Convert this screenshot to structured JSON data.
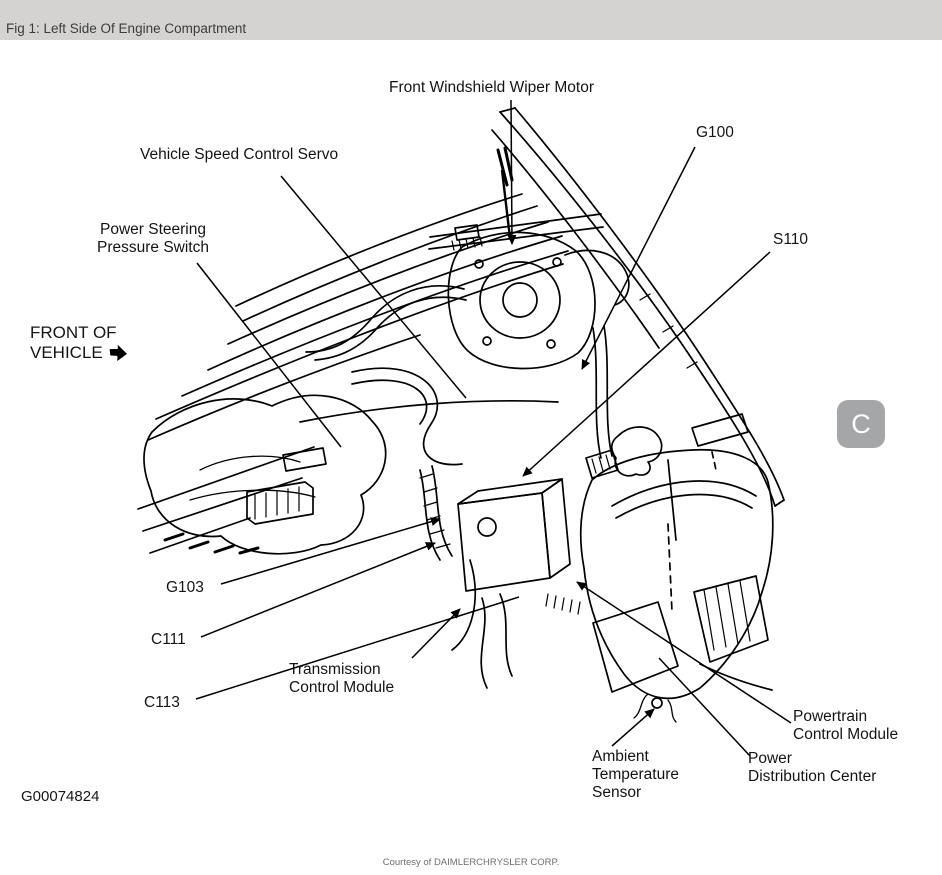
{
  "header": {
    "title": "Fig 1: Left Side Of Engine Compartment"
  },
  "diagram": {
    "front_of_vehicle": {
      "line1": "FRONT OF",
      "line2": "VEHICLE"
    },
    "callouts": {
      "front_windshield_wiper_motor": "Front Windshield Wiper Motor",
      "vehicle_speed_control_servo": "Vehicle Speed Control Servo",
      "power_steering_pressure_switch": {
        "line1": "Power Steering",
        "line2": "Pressure Switch"
      },
      "g100": "G100",
      "s110": "S110",
      "g103": "G103",
      "c111": "C111",
      "c113": "C113",
      "transmission_control_module": {
        "line1": "Transmission",
        "line2": "Control Module"
      },
      "powertrain_control_module": {
        "line1": "Powertrain",
        "line2": "Control Module"
      },
      "power_distribution_center": {
        "line1": "Power",
        "line2": "Distribution Center"
      },
      "ambient_temperature_sensor": {
        "line1": "Ambient",
        "line2": "Temperature",
        "line3": "Sensor"
      }
    },
    "figure_id": "G00074824",
    "credit": "Courtesy of DAIMLERCHRYSLER CORP."
  },
  "overlay": {
    "c_button_label": "C"
  },
  "colors": {
    "titlebar_bg": "#d4d3d1",
    "titlebar_text": "#3c3c3c",
    "line_art": "#000000",
    "overlay_button_bg": "#a5a6a8",
    "overlay_button_text": "#ffffff",
    "credit_text": "#6e6e6e"
  }
}
